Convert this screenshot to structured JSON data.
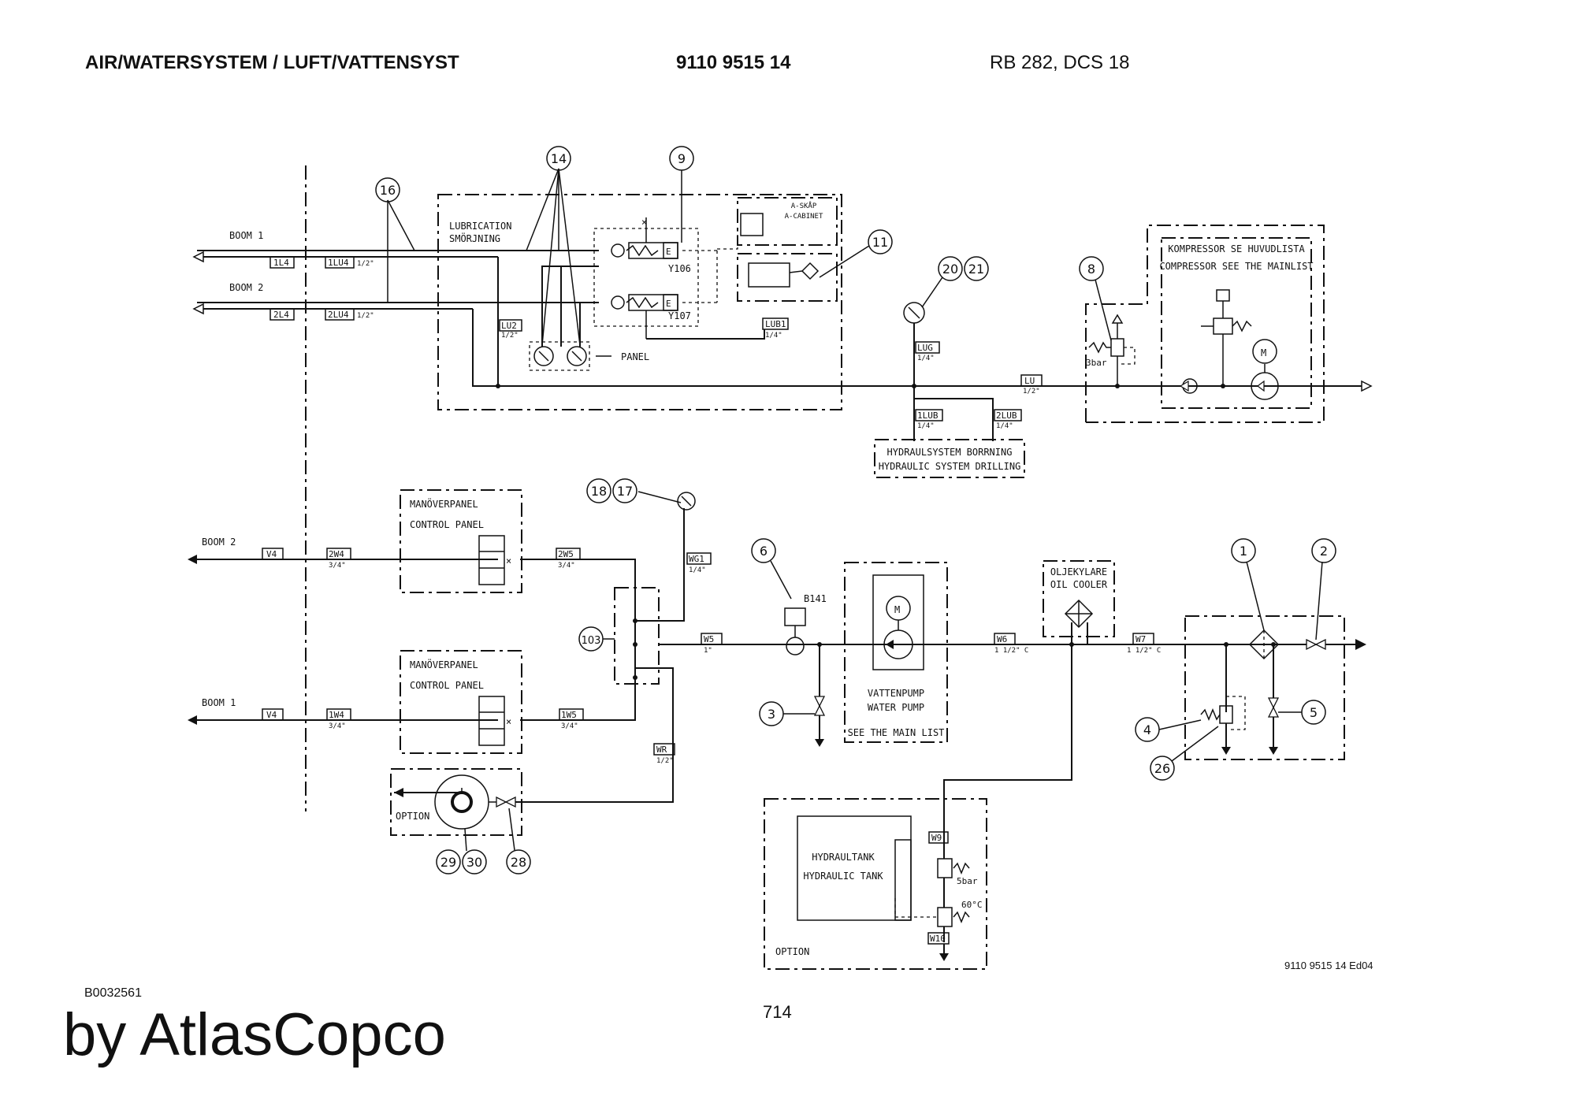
{
  "header": {
    "title": "AIR/WATERSYSTEM / LUFT/VATTENSYST",
    "part_number": "9110 9515 14",
    "model": "RB 282, DCS 18"
  },
  "footer": {
    "doc_id": "B0032561",
    "page_number": "714",
    "drawing_ref": "9110 9515 14 Ed04",
    "brand": "by AtlasCopco"
  },
  "air_system": {
    "boom1": "BOOM 1",
    "boom2": "BOOM 2",
    "lubrication": "LUBRICATION",
    "smorjning": "SMÖRJNING",
    "panel": "PANEL",
    "a_skap": "A-SKÅP",
    "a_cabinet": "A-CABINET",
    "kompressor": "KOMPRESSOR SE HUVUDLISTA",
    "compressor": "COMPRESSOR SEE THE MAINLIST",
    "hydr_borrning": "HYDRAULSYSTEM BORRNING",
    "hydr_drilling": "HYDRAULIC SYSTEM DRILLING",
    "pressure": "3bar",
    "valve_y106": "Y106",
    "valve_y107": "Y107",
    "motor": "M",
    "tags": {
      "1L4": "1L4",
      "1LU4": "1LU4",
      "2L4": "2L4",
      "2LU4": "2LU4",
      "LU2": "LU2",
      "LUB1": "LUB1",
      "LUG": "LUG",
      "LU": "LU",
      "1LUB": "1LUB",
      "2LUB": "2LUB"
    },
    "sizes": {
      "half": "1/2\"",
      "quarter": "1/4\""
    }
  },
  "water_system": {
    "boom2": "BOOM 2",
    "boom1": "BOOM 1",
    "manoverpanel": "MANÖVERPANEL",
    "control_panel": "CONTROL PANEL",
    "option": "OPTION",
    "vattenpump": "VATTENPUMP",
    "water_pump": "WATER PUMP",
    "see_main_list": "SEE THE MAIN LIST",
    "oljekylare": "OLJEKYLARE",
    "oil_cooler": "OIL COOLER",
    "hydraultank": "HYDRAULTANK",
    "hydraulic_tank": "HYDRAULIC TANK",
    "sensor": "B141",
    "p5bar": "5bar",
    "temp": "60°C",
    "motor": "M",
    "tags": {
      "V4": "V4",
      "2W4": "2W4",
      "1W4": "1W4",
      "2W5": "2W5",
      "1W5": "1W5",
      "WG1": "WG1",
      "W5": "W5",
      "W6": "W6",
      "W7": "W7",
      "WR": "WR",
      "W9": "W9",
      "W10": "W10"
    },
    "sizes": {
      "three_quarter": "3/4\"",
      "quarter": "1/4\"",
      "one": "1\"",
      "one_half_c": "1 1/2\" C",
      "half": "1/2\""
    }
  },
  "callouts": [
    "1",
    "2",
    "3",
    "4",
    "5",
    "6",
    "8",
    "9",
    "11",
    "14",
    "16",
    "17",
    "18",
    "20",
    "21",
    "26",
    "28",
    "29",
    "30",
    "103"
  ]
}
